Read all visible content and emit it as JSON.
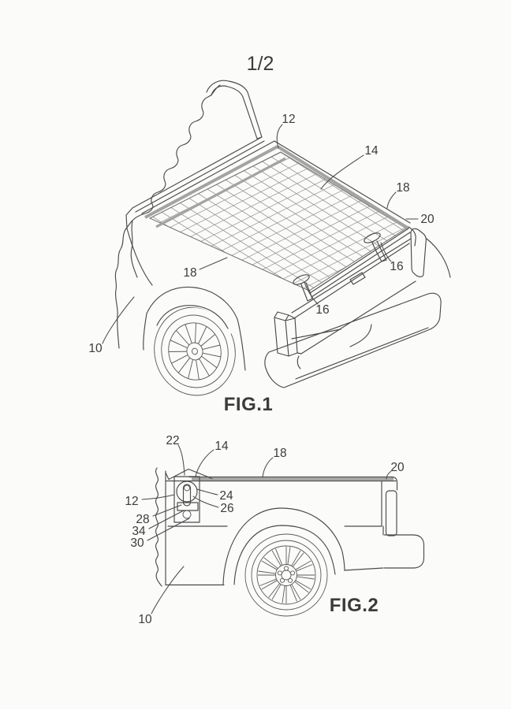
{
  "sheet": {
    "page_number": "1/2"
  },
  "figure1": {
    "caption": "FIG.1",
    "refs": {
      "r12": "12",
      "r14": "14",
      "r18a": "18",
      "r20": "20",
      "r16a": "16",
      "r18b": "18",
      "r16b": "16",
      "r10": "10"
    }
  },
  "figure2": {
    "caption": "FIG.2",
    "refs": {
      "r22": "22",
      "r14": "14",
      "r18": "18",
      "r20": "20",
      "r12": "12",
      "r24": "24",
      "r26": "26",
      "r28": "28",
      "r34": "34",
      "r30": "30",
      "r10": "10"
    }
  },
  "colors": {
    "background": "#fbfbfa",
    "line": "#4a4a4a",
    "mesh": "#9a9a9a",
    "rail": "#a3a3a3",
    "text": "#3b3b3b"
  }
}
